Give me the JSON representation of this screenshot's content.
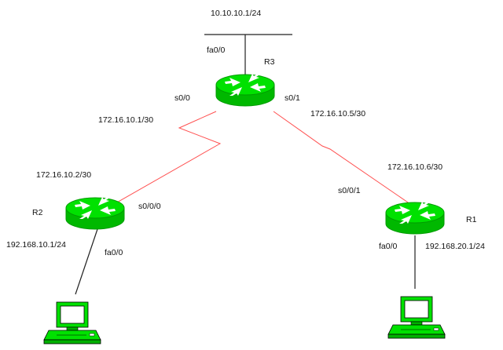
{
  "colors": {
    "router_fill": "#00e100",
    "router_dark": "#00b800",
    "router_stroke": "#009a00",
    "pc_fill": "#00e100",
    "pc_dark": "#00b000",
    "serial_link": "#ff5050",
    "ethernet_link": "#222222"
  },
  "routers": [
    {
      "id": "R3",
      "label": "R3"
    },
    {
      "id": "R2",
      "label": "R2"
    },
    {
      "id": "R1",
      "label": "R1"
    }
  ],
  "pcs": [
    {
      "id": "pc-left",
      "icon": "desktop-computer-icon"
    },
    {
      "id": "pc-right",
      "icon": "desktop-computer-icon"
    }
  ],
  "labels": {
    "r3_lan": "10.10.10.1/24",
    "r3_fa00": "fa0/0",
    "r3_s00": "s0/0",
    "r3_s01": "s0/1",
    "r3_s00_ip": "172.16.10.1/30",
    "r3_s01_ip": "172.16.10.5/30",
    "r2_wan_ip": "172.16.10.2/30",
    "r2_s000": "s0/0/0",
    "r2_lan_ip": "192.168.10.1/24",
    "r2_fa00": "fa0/0",
    "r1_wan_ip": "172.16.10.6/30",
    "r1_s001": "s0/0/1",
    "r1_fa00": "fa0/0",
    "r1_lan_ip": "192.168.20.1/24"
  }
}
